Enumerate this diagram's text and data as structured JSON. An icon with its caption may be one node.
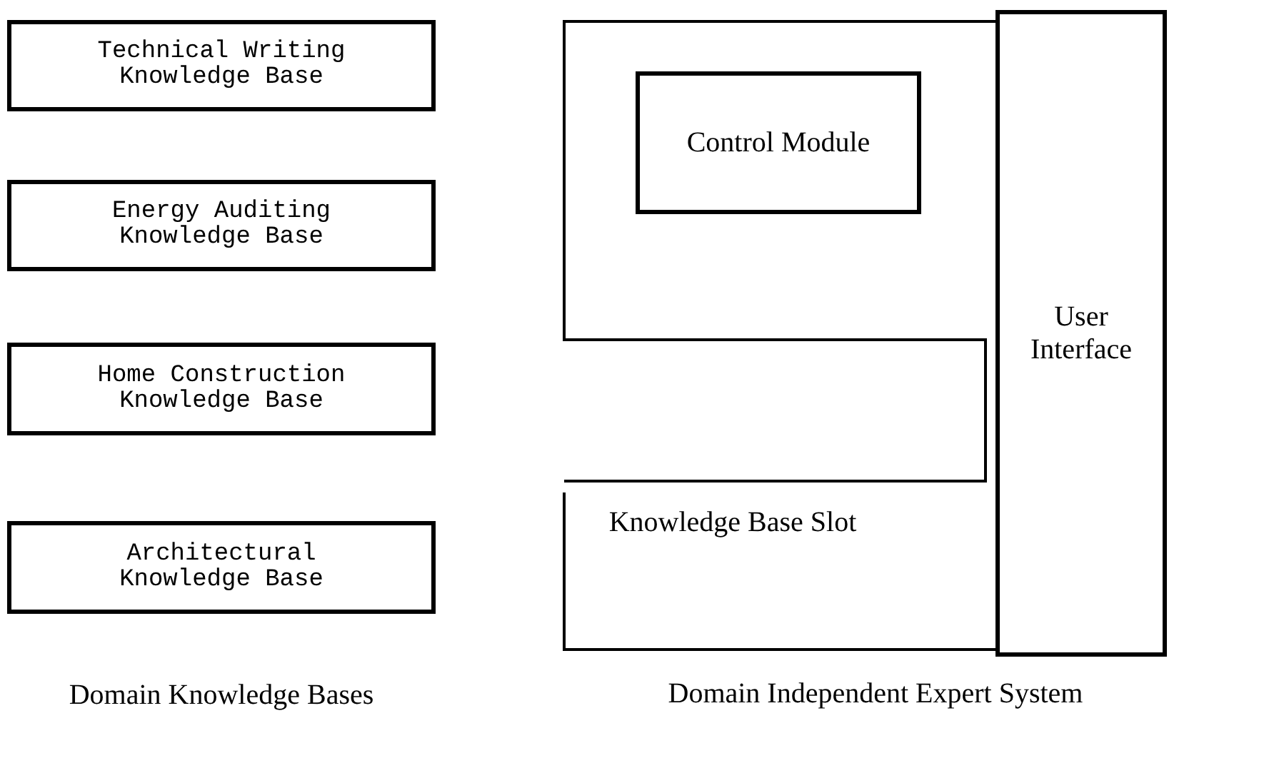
{
  "diagram": {
    "nodes": [
      {
        "text": [
          "Technical Writing Knowledge Base"
        ]
      },
      {
        "text": [
          "Energy Auditing Knowledge Base"
        ]
      },
      {
        "text": [
          "Home Construction Knowledge Base"
        ]
      },
      {
        "text": [
          "Architectural Knowledge Base"
        ]
      },
      {
        "text": [
          "Domain Independent Expert System"
        ]
      },
      {
        "text": [
          "Control Module"
        ],
        "in": 4
      },
      {
        "text": [
          "Knowledge Base Slot"
        ],
        "in": 4
      },
      {
        "text": [
          "User Interface"
        ],
        "in": 4
      }
    ],
    "labels": [
      "Domain Knowledge Bases"
    ]
  }
}
